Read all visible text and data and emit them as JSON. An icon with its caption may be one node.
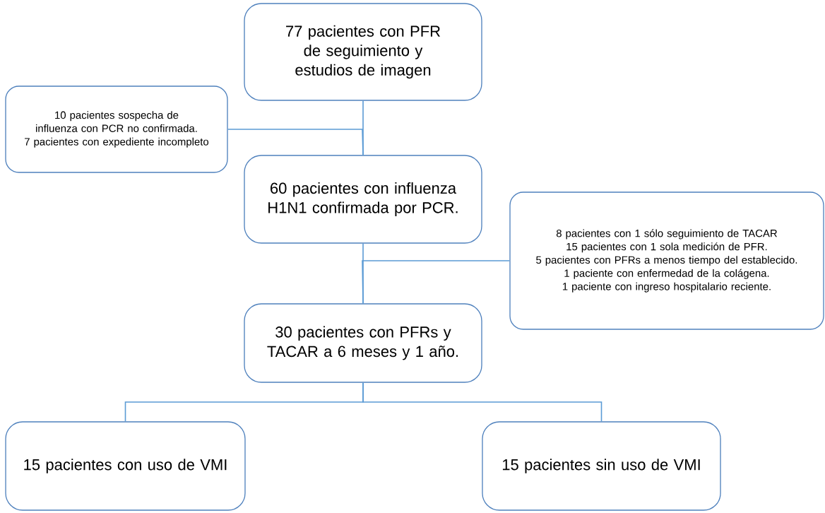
{
  "diagram": {
    "nodes": [
      {
        "text": [
          "77 pacientes con PFR de seguimiento y estudios de imagen"
        ]
      },
      {
        "text": [
          "10 pacientes sospecha de influenza con PCR no confirmada.",
          "7 pacientes con expediente incompleto"
        ]
      },
      {
        "text": [
          "60 pacientes con influenza H1N1 confirmada por PCR."
        ]
      },
      {
        "text": [
          "8 pacientes con 1 sólo seguimiento de TACAR",
          "15 pacientes con 1 sola medición de PFR.",
          "5 pacientes con PFRs a menos tiempo del establecido.",
          "1 paciente con enfermedad de la colágena.",
          "1 paciente con ingreso hospitalario reciente."
        ]
      },
      {
        "text": [
          "30 pacientes con PFRs y TACAR a 6 meses y 1 año."
        ]
      },
      {
        "text": [
          "15 pacientes con uso de VMI"
        ]
      },
      {
        "text": [
          "15 pacientes sin uso de VMI"
        ]
      }
    ],
    "edges": [
      {
        "from": 0,
        "to": 2,
        "arrow": "none"
      },
      {
        "from": 1,
        "to": 2,
        "arrow": "none"
      },
      {
        "from": 2,
        "to": 4,
        "arrow": "none"
      },
      {
        "from": 3,
        "to": 4,
        "arrow": "none"
      },
      {
        "from": 4,
        "to": 5,
        "arrow": "none"
      },
      {
        "from": 4,
        "to": 6,
        "arrow": "none"
      }
    ]
  }
}
